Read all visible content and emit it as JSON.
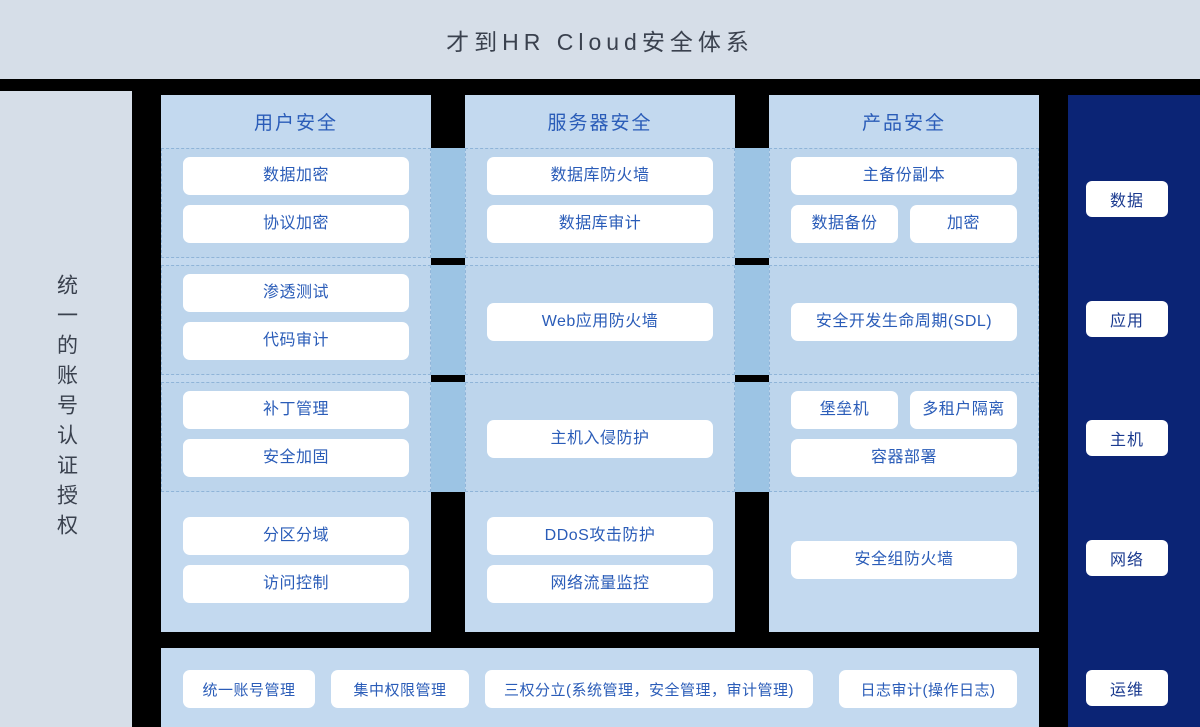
{
  "header": {
    "title": "才到HR Cloud安全体系"
  },
  "left_band": {
    "label": "统一的账号认证授权"
  },
  "columns": [
    {
      "title": "用户安全",
      "groups": [
        {
          "dashed": true,
          "items": [
            {
              "label": "数据加密",
              "span": "full"
            },
            {
              "label": "协议加密",
              "span": "full"
            }
          ]
        },
        {
          "dashed": true,
          "items": [
            {
              "label": "渗透测试",
              "span": "full"
            },
            {
              "label": "代码审计",
              "span": "full"
            }
          ]
        },
        {
          "dashed": true,
          "items": [
            {
              "label": "补丁管理",
              "span": "full"
            },
            {
              "label": "安全加固",
              "span": "full"
            }
          ]
        },
        {
          "dashed": false,
          "items": [
            {
              "label": "分区分域",
              "span": "full"
            },
            {
              "label": "访问控制",
              "span": "full"
            }
          ]
        }
      ]
    },
    {
      "title": "服务器安全",
      "groups": [
        {
          "dashed": true,
          "items": [
            {
              "label": "数据库防火墙",
              "span": "full"
            },
            {
              "label": "数据库审计",
              "span": "full"
            }
          ]
        },
        {
          "dashed": true,
          "items": [
            {
              "label": "Web应用防火墙",
              "span": "full"
            }
          ]
        },
        {
          "dashed": true,
          "items": [
            {
              "label": "主机入侵防护",
              "span": "full"
            }
          ]
        },
        {
          "dashed": false,
          "items": [
            {
              "label": "DDoS攻击防护",
              "span": "full"
            },
            {
              "label": "网络流量监控",
              "span": "full"
            }
          ]
        }
      ]
    },
    {
      "title": "产品安全",
      "groups": [
        {
          "dashed": true,
          "items": [
            {
              "label": "主备份副本",
              "span": "full"
            },
            {
              "label": "数据备份",
              "span": "half-left"
            },
            {
              "label": "加密",
              "span": "half-right"
            }
          ]
        },
        {
          "dashed": true,
          "items": [
            {
              "label": "安全开发生命周期(SDL)",
              "span": "full"
            }
          ]
        },
        {
          "dashed": true,
          "items": [
            {
              "label": "堡垒机",
              "span": "half-left"
            },
            {
              "label": "多租户隔离",
              "span": "half-right"
            },
            {
              "label": "容器部署",
              "span": "full"
            }
          ]
        },
        {
          "dashed": false,
          "items": [
            {
              "label": "安全组防火墙",
              "span": "full"
            }
          ]
        }
      ]
    }
  ],
  "right_band": {
    "items": [
      {
        "label": "数据"
      },
      {
        "label": "应用"
      },
      {
        "label": "主机"
      },
      {
        "label": "网络"
      },
      {
        "label": "运维"
      }
    ]
  },
  "bottom_band": {
    "items": [
      {
        "label": "统一账号管理"
      },
      {
        "label": "集中权限管理"
      },
      {
        "label": "三权分立(系统管理，安全管理，审计管理)"
      },
      {
        "label": "日志审计(操作日志)"
      }
    ]
  },
  "colors": {
    "page_background": "#000000",
    "header_background": "#d6dee8",
    "header_text": "#3a414e",
    "column_background": "#c3d9ef",
    "rowband_background": "#bdd5ec",
    "rowband_border": "#8fb4d8",
    "bridge": "#9cc4e4",
    "chip_background": "#ffffff",
    "chip_text": "#2a5cb8",
    "navy_band": "#0b2475",
    "navy_chip_text": "#1a3a8f"
  }
}
